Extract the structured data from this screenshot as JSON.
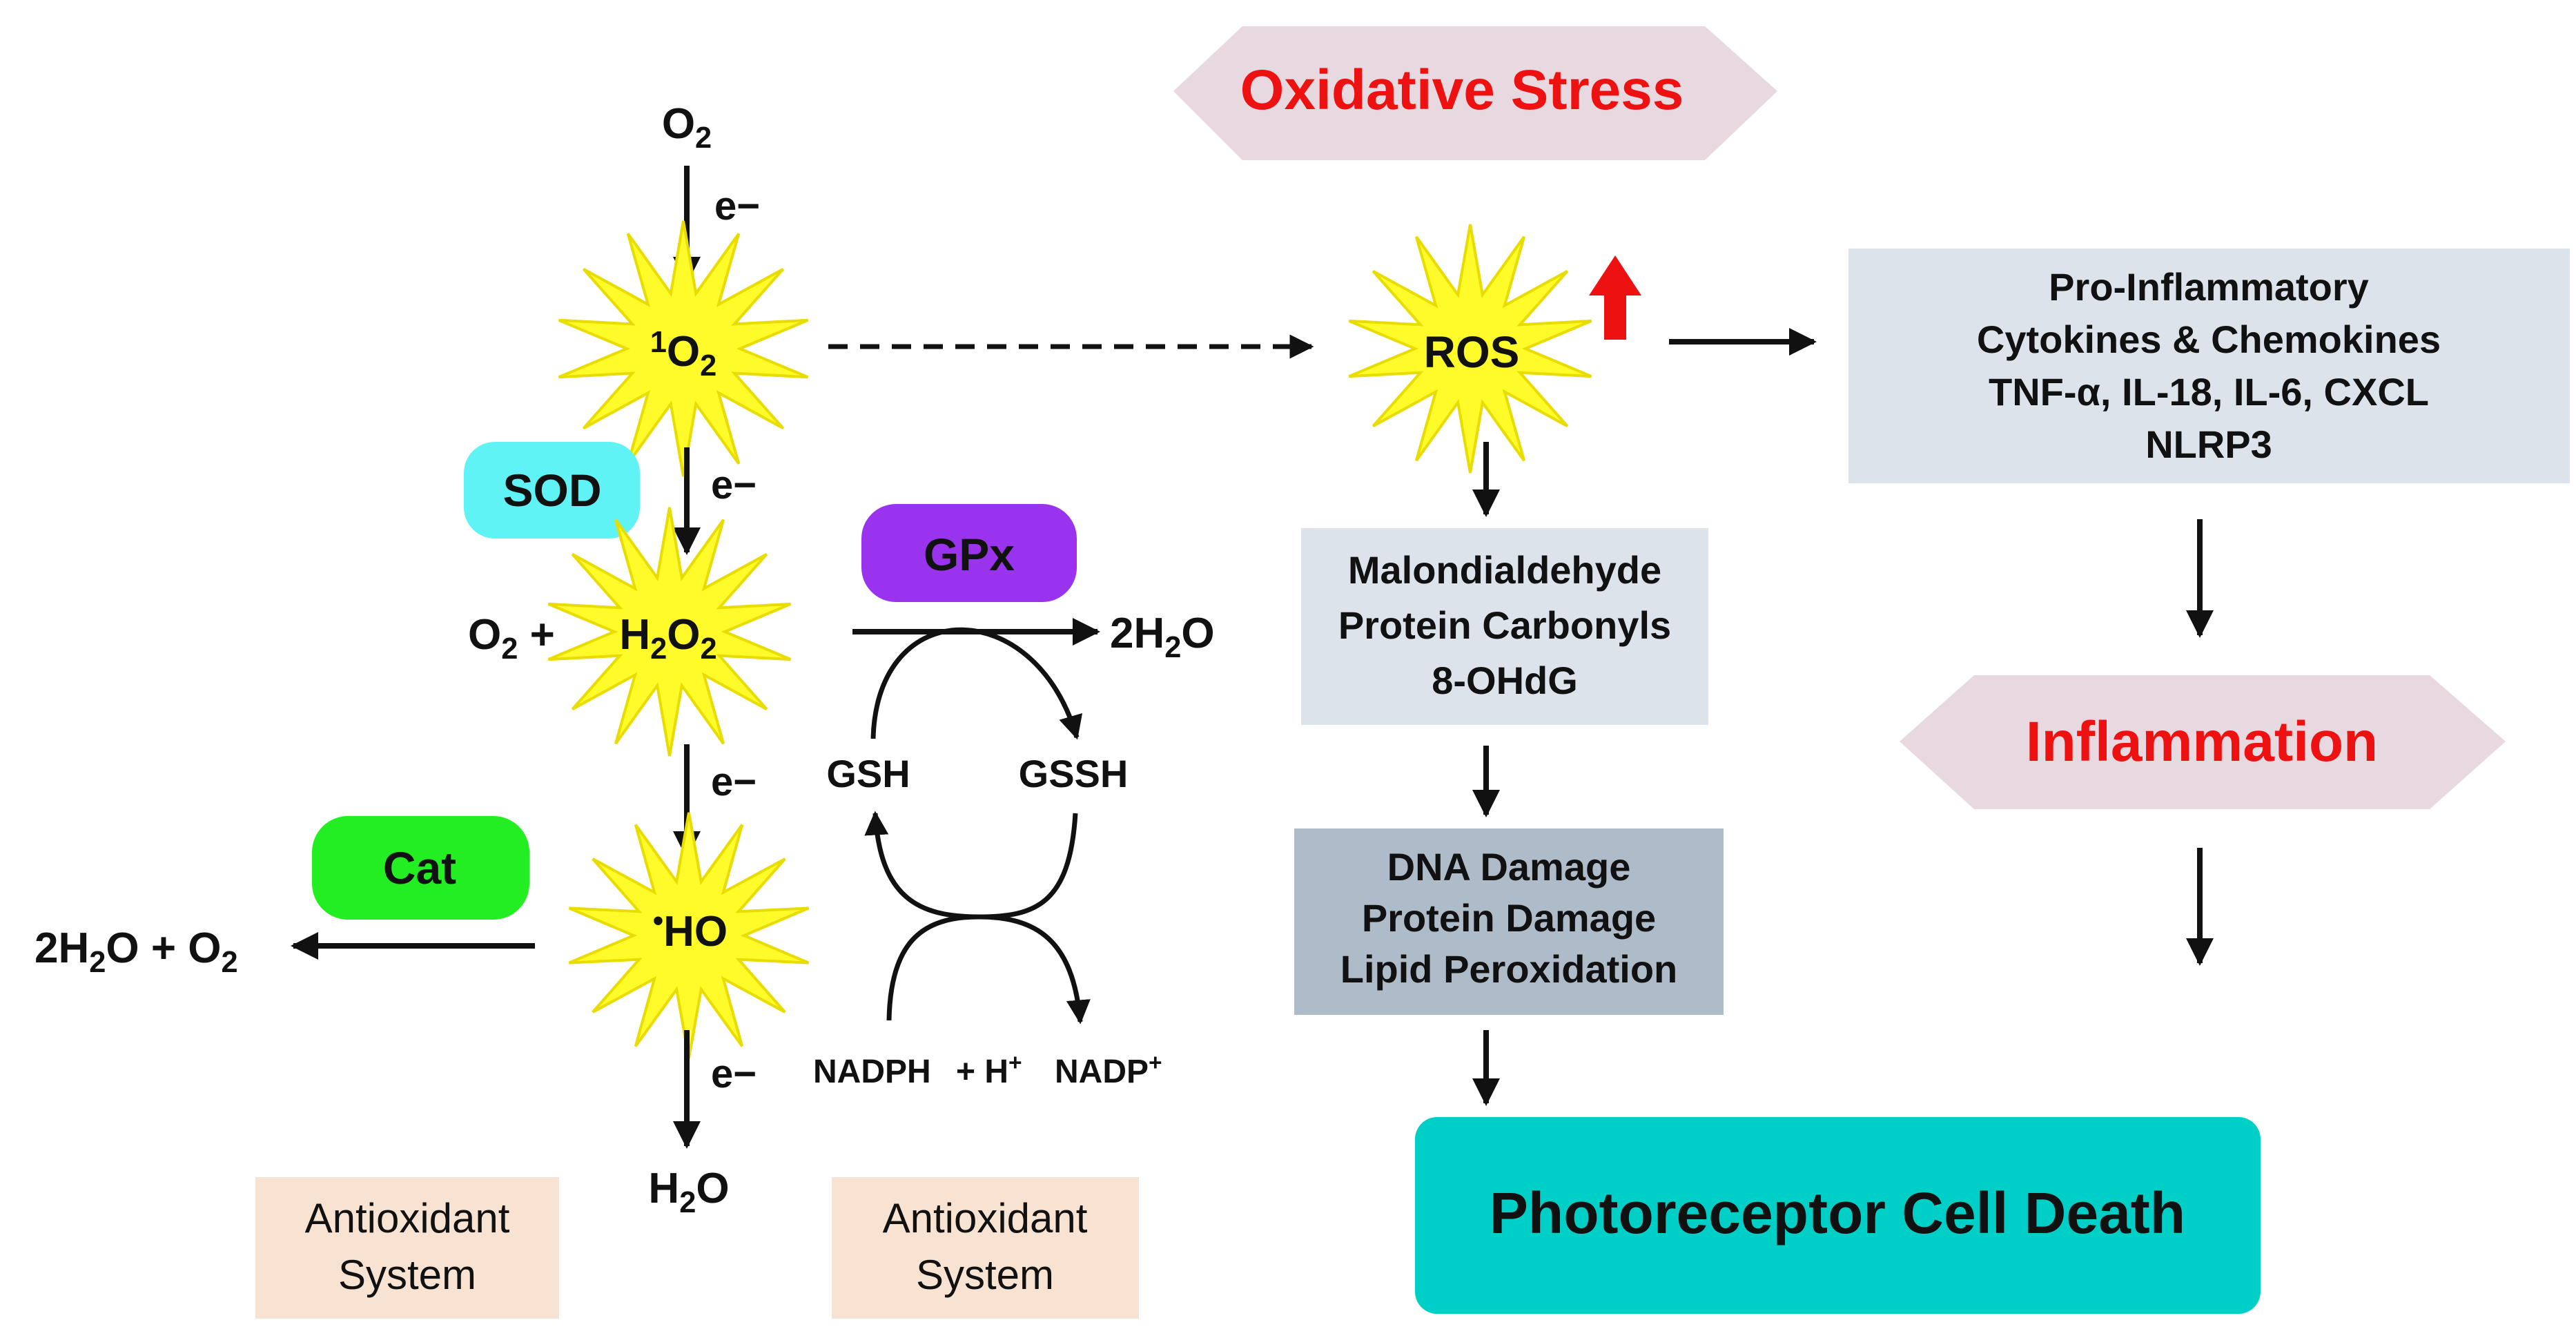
{
  "title": "Oxidative Stress",
  "pathway": {
    "o2_top": "O",
    "o2_top_sub": "2",
    "electron": "e",
    "electron_sign": "−",
    "singlet_oxygen_sup": "1",
    "singlet_oxygen": "O",
    "singlet_oxygen_sub": "2",
    "h2o2_left_o": "O",
    "h2o2_left_sub": "2",
    "h2o2_left_plus": " +",
    "h2o2_h": "H",
    "h2o2_2a": "2",
    "h2o2_o": "O",
    "h2o2_2b": "2",
    "hydroxyl_dot": "•",
    "hydroxyl": "HO",
    "water_h": "H",
    "water_sub": "2",
    "water_o": "O",
    "cat_product_a": "2H",
    "cat_product_sub1": "2",
    "cat_product_b": "O + O",
    "cat_product_sub2": "2",
    "gpx_product_a": "2H",
    "gpx_product_sub": "2",
    "gpx_product_b": "O"
  },
  "enzymes": {
    "sod": "SOD",
    "gpx": "GPx",
    "cat": "Cat"
  },
  "cycle": {
    "gsh": "GSH",
    "gssh": "GSSH",
    "nadph": "NADPH",
    "plus_h": "+ H",
    "plus_h_sup": "+",
    "nadp": "NADP",
    "nadp_sup": "+"
  },
  "antioxidant_labels": [
    {
      "line1": "Antioxidant",
      "line2": "System"
    },
    {
      "line1": "Antioxidant",
      "line2": "System"
    }
  ],
  "ros": "ROS",
  "markers": [
    "Malondialdehyde",
    "Protein Carbonyls",
    "8-OHdG"
  ],
  "damage": [
    "DNA  Damage",
    "Protein Damage",
    "Lipid Peroxidation"
  ],
  "cytokines": [
    "Pro-Inflammatory",
    "Cytokines & Chemokines",
    "TNF-α, IL-18, IL-6, CXCL",
    "NLRP3"
  ],
  "inflammation": "Inflammation",
  "cell_death": "Photoreceptor Cell Death",
  "colors": {
    "star_fill": "#fffb2a",
    "star_stroke": "#e8dc00",
    "hex_fill": "#e8d8df",
    "hex_text": "#ee1111",
    "sod": "#5ff3f5",
    "gpx": "#9933ee",
    "cat": "#22ee22",
    "antioxidant_box": "#f8e3d2",
    "marker_box": "#dde3ea",
    "damage_box": "#aebcca",
    "cytokine_box": "#dde3ea",
    "cell_death": "#00cfc8",
    "up_arrow": "#ee1111"
  }
}
